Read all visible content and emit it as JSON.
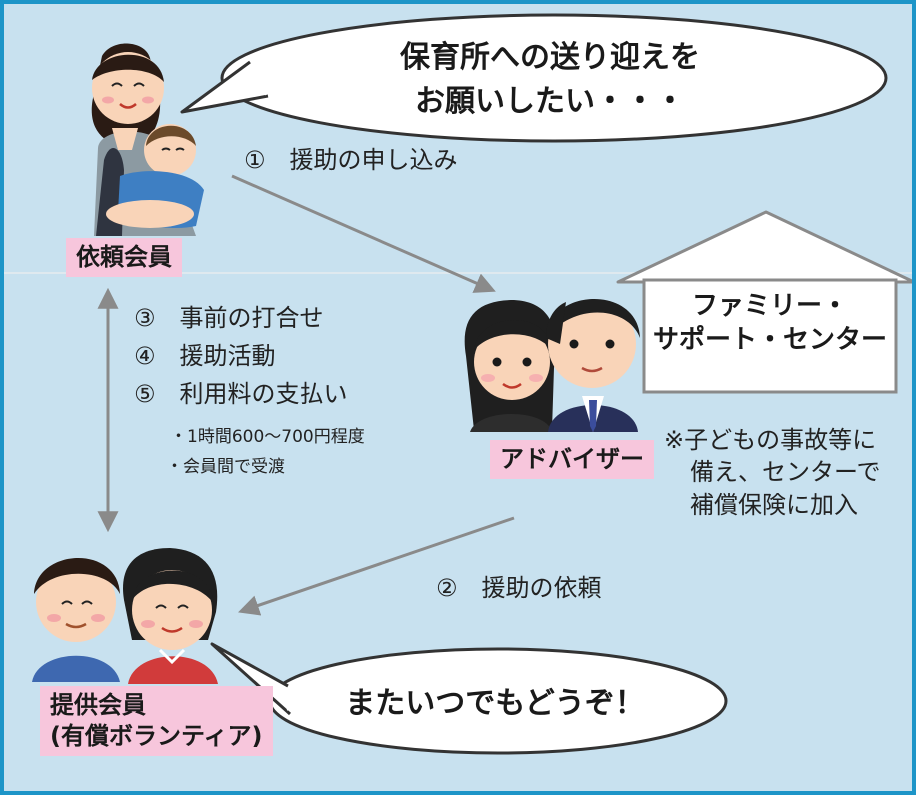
{
  "bubbles": {
    "requester_line1": "保育所への送り迎えを",
    "requester_line2": "お願いしたい・・・",
    "provider": "またいつでもどうぞ！"
  },
  "roles": {
    "requester": "依頼会員",
    "adviser": "アドバイザー",
    "provider_line1": "提供会員",
    "provider_line2": "(有償ボランティア)"
  },
  "center": {
    "name_line1": "ファミリー・",
    "name_line2": "サポート・センター"
  },
  "steps": {
    "step1": "①　援助の申し込み",
    "step2": "②　援助の依頼",
    "step3": "③　事前の打合せ",
    "step4": "④　援助活動",
    "step5": "⑤　利用料の支払い"
  },
  "notes": {
    "fee": "・1時間600～700円程度",
    "payment": "・会員間で受渡"
  },
  "insurance": {
    "line1": "※子どもの事故等に",
    "line2": "備え、センターで",
    "line3": "補償保険に加入"
  },
  "colors": {
    "background": "#c8e1ef",
    "frame": "#1d95c8",
    "label": "#f7c6dc",
    "arrow": "#8a8a8a"
  }
}
